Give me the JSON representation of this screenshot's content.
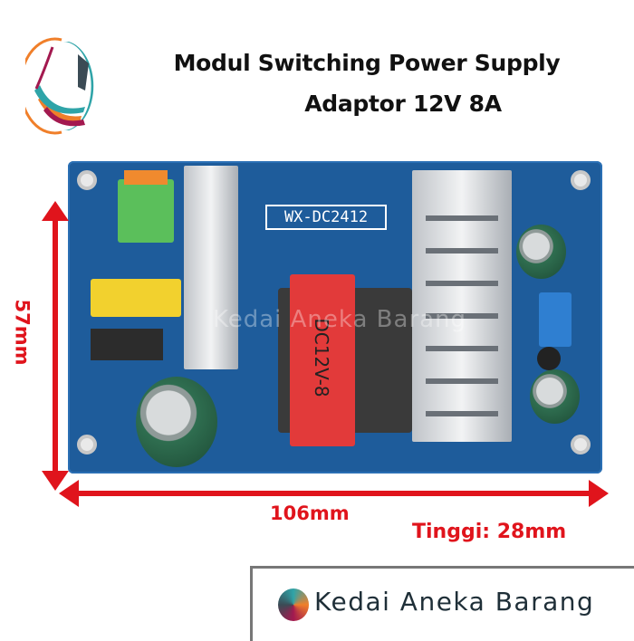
{
  "header": {
    "title_line1": "Modul Switching Power Supply",
    "title_line2": "Adaptor 12V 8A",
    "logo_icon": "striped-globe-logo"
  },
  "product": {
    "board_label": "WX-DC2412",
    "transformer_label": "DC12V-8",
    "watermark": "Kedai Aneka Barang",
    "colors": {
      "pcb": "#1e5c9b",
      "transformer": "#e23a3a",
      "terminal": "#5bbf5b"
    }
  },
  "dimensions": {
    "height_label": "57mm",
    "width_label": "106mm",
    "depth_label": "Tinggi: 28mm",
    "color": "#e0141c"
  },
  "footer": {
    "brand": "Kedai Aneka Barang"
  }
}
